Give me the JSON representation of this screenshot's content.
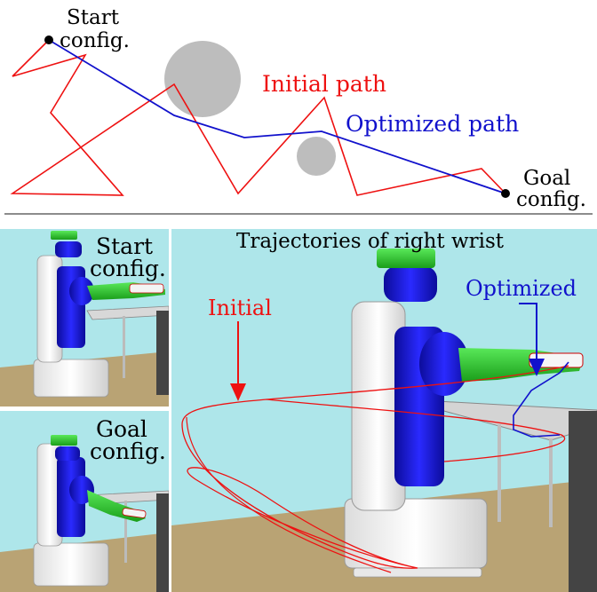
{
  "planner_diagram": {
    "start_label": [
      "Start",
      "config."
    ],
    "goal_label": [
      "Goal",
      "config."
    ],
    "initial_path_label": "Initial path",
    "optimized_path_label": "Optimized path"
  },
  "panels": {
    "start_panel_label": [
      "Start",
      "config."
    ],
    "goal_panel_label": [
      "Goal",
      "config."
    ],
    "main_panel_title": "Trajectories of right wrist",
    "initial_label": "Initial",
    "optimized_label": "Optimized"
  },
  "colors": {
    "initial": "#ee1111",
    "optimized": "#1111cc",
    "obstacle": "#bdbdbd",
    "sky": "#aee6ea",
    "floor": "#b9a374",
    "robot_blue": "#1a1ad6",
    "robot_green": "#2ecc2e"
  }
}
